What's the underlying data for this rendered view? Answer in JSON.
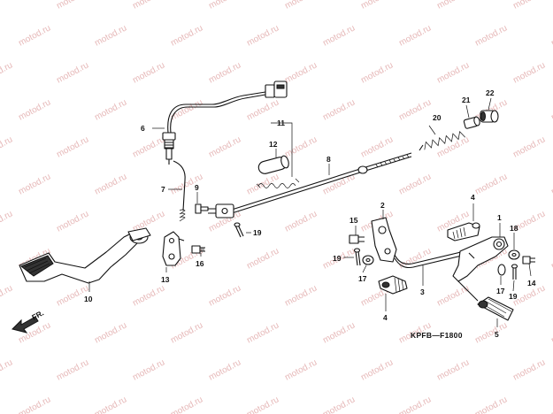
{
  "diagram": {
    "code": "KPFB—F1800",
    "direction_label": "FR.",
    "watermark": "motod.ru",
    "callouts": {
      "p1": "1",
      "p2": "2",
      "p3": "3",
      "p4a": "4",
      "p4b": "4",
      "p5": "5",
      "p6": "6",
      "p7": "7",
      "p8": "8",
      "p9": "9",
      "p10": "10",
      "p11": "11",
      "p12": "12",
      "p13": "13",
      "p14": "14",
      "p15": "15",
      "p16": "16",
      "p17a": "17",
      "p17b": "17",
      "p18": "18",
      "p19a": "19",
      "p19b": "19",
      "p19c": "19",
      "p20": "20",
      "p21": "21",
      "p22": "22"
    }
  }
}
